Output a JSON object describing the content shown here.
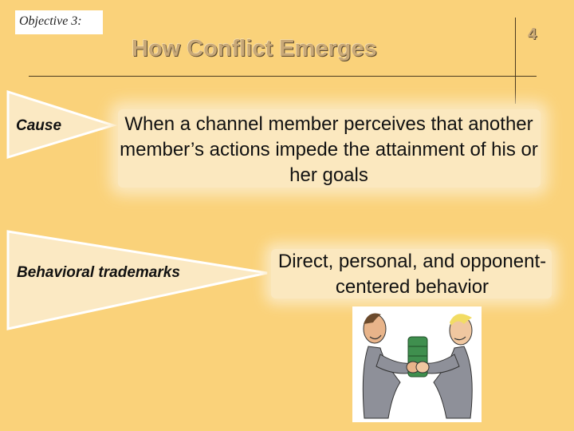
{
  "slide": {
    "objective_label": "Objective 3:",
    "title": "How Conflict Emerges",
    "page_number": "4"
  },
  "rows": [
    {
      "label": "Cause",
      "description": "When a channel member perceives that another member’s actions impede the attainment of his or her goals"
    },
    {
      "label": "Behavioral trademarks",
      "description": "Direct, personal, and opponent-centered behavior"
    }
  ],
  "illustration": {
    "icon": "conflict-tug-of-war-illustration"
  },
  "colors": {
    "background": "#fad27a",
    "pennant_fill": "#fbe9c3",
    "title": "#c8a877",
    "text_box": "#fbe8bf"
  }
}
